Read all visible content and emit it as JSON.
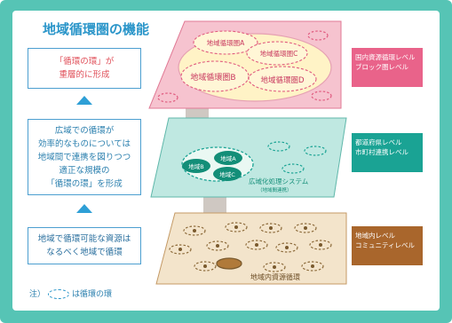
{
  "title": "地域循環圏の機能",
  "left_boxes": {
    "top": [
      "「循環の環」が",
      "重層的に形成"
    ],
    "middle": [
      "広域での循環が",
      "効率的なものについては",
      "地域間で連携を図りつつ",
      "適正な規模の",
      "「循環の環」を形成"
    ],
    "bottom": [
      "地域で循環可能な資源は",
      "なるべく地域で循環"
    ]
  },
  "note": {
    "prefix": "注）",
    "suffix": "は循環の環"
  },
  "top_plane": {
    "regions": [
      "地域循環圏A",
      "地域循環圏B",
      "地域循環圏C",
      "地域循環圏D"
    ],
    "tag": [
      "国内資源循環レベル",
      "ブロック圏レベル"
    ]
  },
  "mid_plane": {
    "regions": [
      "地域A",
      "地域B",
      "地域C"
    ],
    "caption": "広域化処理システム",
    "subcaption": "（地域間連携）",
    "tag": [
      "都道府県レベル",
      "市町村連携レベル"
    ]
  },
  "bottom_plane": {
    "caption": "地域内資源循環",
    "tag": [
      "地域内レベル",
      "コミュニティレベル"
    ]
  },
  "colors": {
    "frame": "#56c4b5",
    "title": "#2a95c9",
    "top_plane": "#f6c3cf",
    "mid_plane": "#bfe8e1",
    "bottom_plane": "#f3e4cb",
    "connector": "#a89a8f"
  }
}
